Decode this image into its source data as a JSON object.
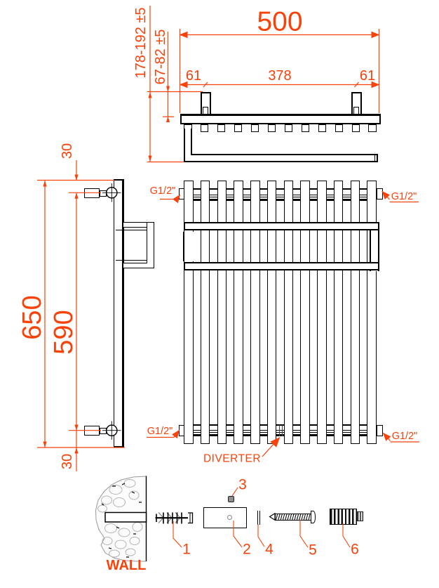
{
  "colors": {
    "dimension": "#f8420a",
    "line": "#000000"
  },
  "top_view": {
    "overall_width": "500",
    "left_offset": "61",
    "bracket_spacing": "378",
    "right_offset": "61",
    "wall_to_front": "178-192 ±5",
    "wall_to_body": "67-82 ±5"
  },
  "side_view": {
    "overall_height": "650",
    "connection_spacing": "590",
    "top_offset": "30",
    "bottom_offset": "30"
  },
  "front_view": {
    "connection_top_left": "G1/2\"",
    "connection_top_right": "G1/2\"",
    "connection_bottom_left": "G1/2\"",
    "connection_bottom_right": "G1/2\"",
    "diverter_label": "DIVERTER"
  },
  "assembly": {
    "wall_label": "WALL",
    "part_numbers": [
      "1",
      "2",
      "3",
      "4",
      "5",
      "6"
    ]
  }
}
